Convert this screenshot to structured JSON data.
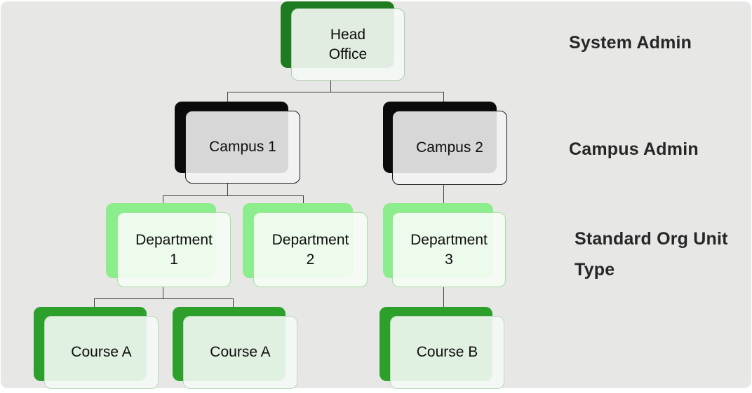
{
  "nodes": {
    "head_office": {
      "label": "Head\nOffice"
    },
    "campus_1": {
      "label": "Campus 1"
    },
    "campus_2": {
      "label": "Campus 2"
    },
    "department_1": {
      "label": "Department\n1"
    },
    "department_2": {
      "label": "Department\n2"
    },
    "department_3": {
      "label": "Department\n3"
    },
    "course_a1": {
      "label": "Course A"
    },
    "course_a2": {
      "label": "Course A"
    },
    "course_b": {
      "label": "Course B"
    }
  },
  "edges": [
    {
      "from": "head_office",
      "to": "campus_1"
    },
    {
      "from": "head_office",
      "to": "campus_2"
    },
    {
      "from": "campus_1",
      "to": "department_1"
    },
    {
      "from": "campus_1",
      "to": "department_2"
    },
    {
      "from": "campus_2",
      "to": "department_3"
    },
    {
      "from": "department_1",
      "to": "course_a1"
    },
    {
      "from": "department_1",
      "to": "course_a2"
    },
    {
      "from": "department_3",
      "to": "course_b"
    }
  ],
  "side_labels": [
    {
      "text": "System Admin"
    },
    {
      "text": "Campus Admin"
    },
    {
      "text": "Standard Org Unit\nType"
    }
  ],
  "colors": {
    "bg": "#e7e7e6",
    "head_shadow": "#1e7b1f",
    "campus_shadow": "#0a0a0a",
    "dept_shadow": "#8ced8c",
    "course_shadow": "#2da02c",
    "connector": "#3f3f3f",
    "label_text": "#262626"
  }
}
